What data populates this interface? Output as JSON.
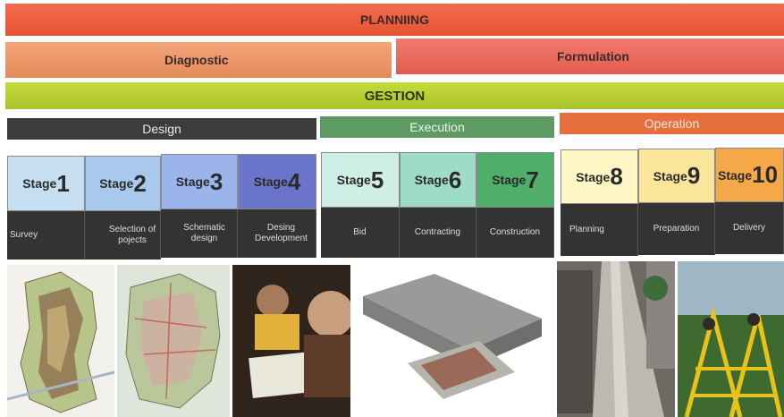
{
  "bars": {
    "planning": "PLANNIING",
    "diagnostic": "Diagnostic",
    "formulation": "Formulation",
    "gestion": "GESTION",
    "design": "Design",
    "execution": "Execution",
    "operation": "Operation"
  },
  "stages": [
    {
      "word": "Stage",
      "num": "1",
      "desc": "Survey",
      "color": "#c5dff0"
    },
    {
      "word": "Stage",
      "num": "2",
      "desc": "Selection of pojects",
      "color": "#a9c8ee"
    },
    {
      "word": "Stage",
      "num": "3",
      "desc": "Schematic design",
      "color": "#9bb4ea"
    },
    {
      "word": "Stage",
      "num": "4",
      "desc": "Desing Development",
      "color": "#6a74c8"
    },
    {
      "word": "Stage",
      "num": "5",
      "desc": "Bid",
      "color": "#cfeee6"
    },
    {
      "word": "Stage",
      "num": "6",
      "desc": "Contracting",
      "color": "#9fdcc8"
    },
    {
      "word": "Stage",
      "num": "7",
      "desc": "Construction",
      "color": "#4fae6a"
    },
    {
      "word": "Stage",
      "num": "8",
      "desc": "Planning",
      "color": "#fff7c4"
    },
    {
      "word": "Stage",
      "num": "9",
      "desc": "Preparation",
      "color": "#fbe59a"
    },
    {
      "word": "Stage",
      "num": "10",
      "desc": "Delivery",
      "color": "#f5a848"
    }
  ]
}
